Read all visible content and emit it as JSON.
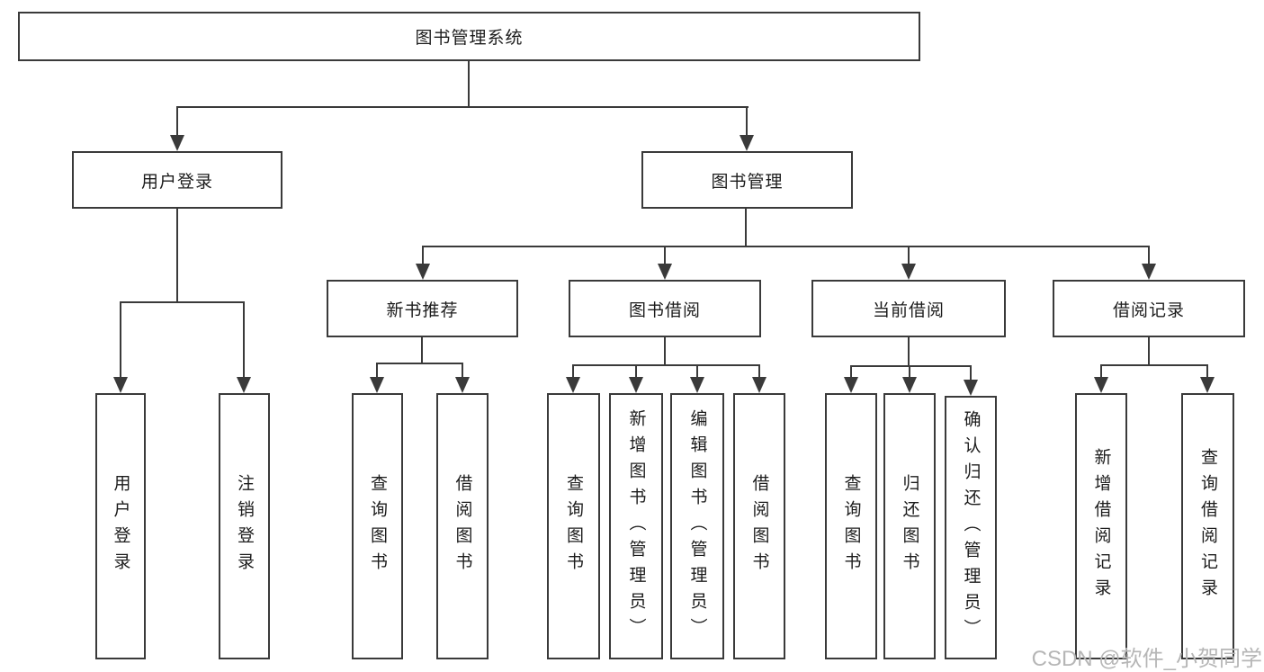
{
  "nodes": {
    "root": {
      "label": "图书管理系统"
    },
    "level2": {
      "user_login": {
        "label": "用户登录"
      },
      "book_mgmt": {
        "label": "图书管理"
      }
    },
    "level3": {
      "new_book_rec": {
        "label": "新书推荐"
      },
      "book_borrow": {
        "label": "图书借阅"
      },
      "current_borrow": {
        "label": "当前借阅"
      },
      "borrow_record": {
        "label": "借阅记录"
      }
    },
    "leaves": {
      "user_login_login": {
        "label": "用户登录"
      },
      "user_login_logout": {
        "label": "注销登录"
      },
      "nbr_query_books": {
        "label": "查询图书"
      },
      "nbr_borrow_books": {
        "label": "借阅图书"
      },
      "bb_query_books": {
        "label": "查询图书"
      },
      "bb_add_books": {
        "label": "新增图书（管理员）"
      },
      "bb_edit_books": {
        "label": "编辑图书（管理员）"
      },
      "bb_borrow_books": {
        "label": "借阅图书"
      },
      "cb_query_books": {
        "label": "查询图书"
      },
      "cb_return_books": {
        "label": "归还图书"
      },
      "cb_confirm_return": {
        "label": "确认归还（管理员）"
      },
      "br_add_record": {
        "label": "新增借阅记录"
      },
      "br_query_record": {
        "label": "查询借阅记录"
      }
    }
  },
  "watermark": {
    "text": "CSDN @软件_小贺同学"
  },
  "colors": {
    "line": "#3a3a3a",
    "text": "#1c1c1c",
    "background": "#ffffff",
    "box_background": "#ffffff",
    "watermark": "#b6b6b6"
  }
}
